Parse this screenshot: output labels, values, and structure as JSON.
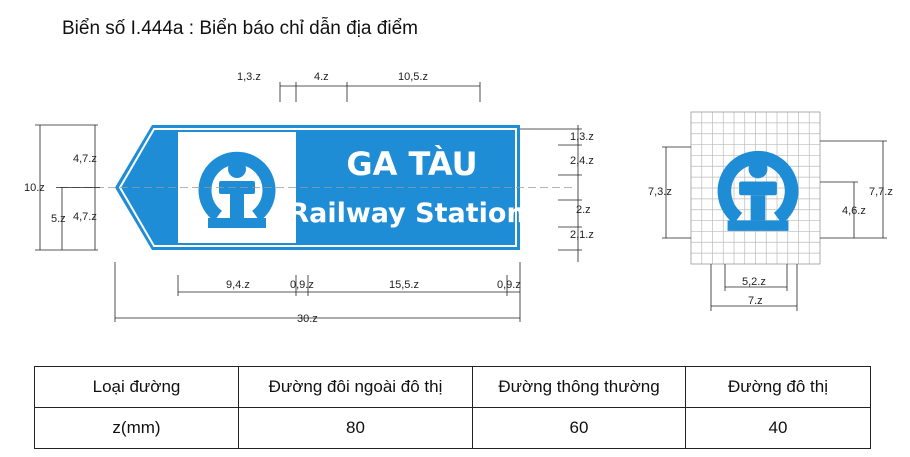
{
  "title": "Biển số I.444a : Biển báo chỉ dẫn địa điểm",
  "sign": {
    "line1": "GA TÀU",
    "line2": "Railway Station",
    "color": "#1f8dd6"
  },
  "dimensions": {
    "top_1": "1,3.z",
    "top_2": "4.z",
    "top_3": "10,5.z",
    "left_total": "10.z",
    "left_upper": "4,7.z",
    "left_lower_inner": "4,7.z",
    "left_lower_outer": "5.z",
    "right_1": "1,3.z",
    "right_2": "2,4.z",
    "right_3": "2.z",
    "right_4": "2,1.z",
    "bottom_1": "9,4.z",
    "bottom_2": "0,9.z",
    "bottom_3": "15,5.z",
    "bottom_4": "0,9.z",
    "bottom_total": "30.z",
    "symbol_left": "7,3.z",
    "symbol_right_outer": "7,7.z",
    "symbol_right_inner": "4,6.z",
    "symbol_bottom_inner": "5,2.z",
    "symbol_bottom_outer": "7.z"
  },
  "table": {
    "headers": [
      "Loại đường",
      "Đường đôi ngoài đô thị",
      "Đường thông thường",
      "Đường đô thị"
    ],
    "row_label": "z(mm)",
    "values": [
      "80",
      "60",
      "40"
    ]
  }
}
